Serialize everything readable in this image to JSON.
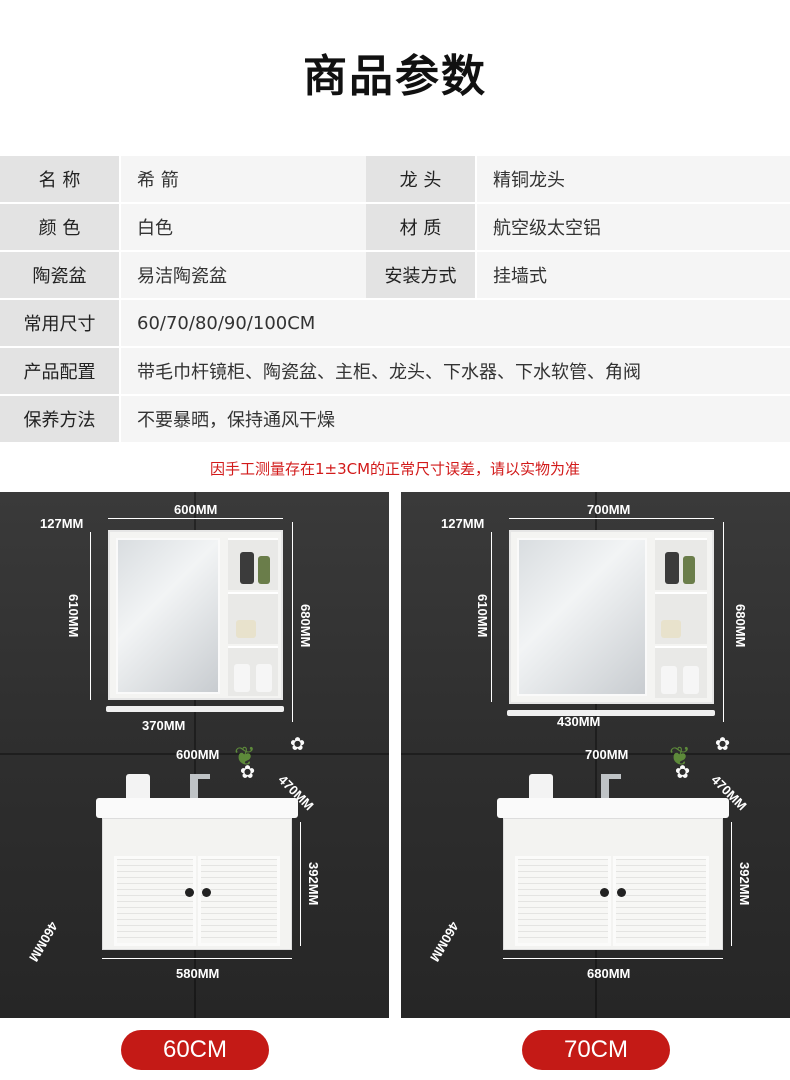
{
  "title": "商品参数",
  "params": [
    {
      "l1": "名 称",
      "v1": "希 箭",
      "l2": "龙 头",
      "v2": "精铜龙头"
    },
    {
      "l1": "颜 色",
      "v1": "白色",
      "l2": "材 质",
      "v2": "航空级太空铝"
    },
    {
      "l1": "陶瓷盆",
      "v1": "易洁陶瓷盆",
      "l2": "安装方式",
      "v2": "挂墙式"
    }
  ],
  "wide_params": [
    {
      "label": "常用尺寸",
      "value": "60/70/80/90/100CM"
    },
    {
      "label": "产品配置",
      "value": "带毛巾杆镜柜、陶瓷盆、主柜、龙头、下水器、下水软管、角阀"
    },
    {
      "label": "保养方法",
      "value": "不要暴晒，保持通风干燥"
    }
  ],
  "note": "因手工测量存在1±3CM的正常尺寸误差，请以实物为准",
  "left": {
    "mirror_width": "600MM",
    "mirror_depth": "127MM",
    "mirror_height": "610MM",
    "total_height": "680MM",
    "mirror_door": "370MM",
    "basin_width": "600MM",
    "basin_depth": "470MM",
    "cabinet_height": "392MM",
    "cabinet_depth": "460MM",
    "cabinet_width": "580MM",
    "badge": "60CM"
  },
  "right": {
    "mirror_width": "700MM",
    "mirror_depth": "127MM",
    "mirror_height": "610MM",
    "total_height": "680MM",
    "mirror_door": "430MM",
    "basin_width": "700MM",
    "basin_depth": "470MM",
    "cabinet_height": "392MM",
    "cabinet_depth": "460MM",
    "cabinet_width": "680MM",
    "badge": "70CM"
  },
  "colors": {
    "accent": "#c41a16",
    "note": "#d21a1a",
    "label_bg": "#e3e3e3",
    "value_bg": "#f5f5f5"
  }
}
